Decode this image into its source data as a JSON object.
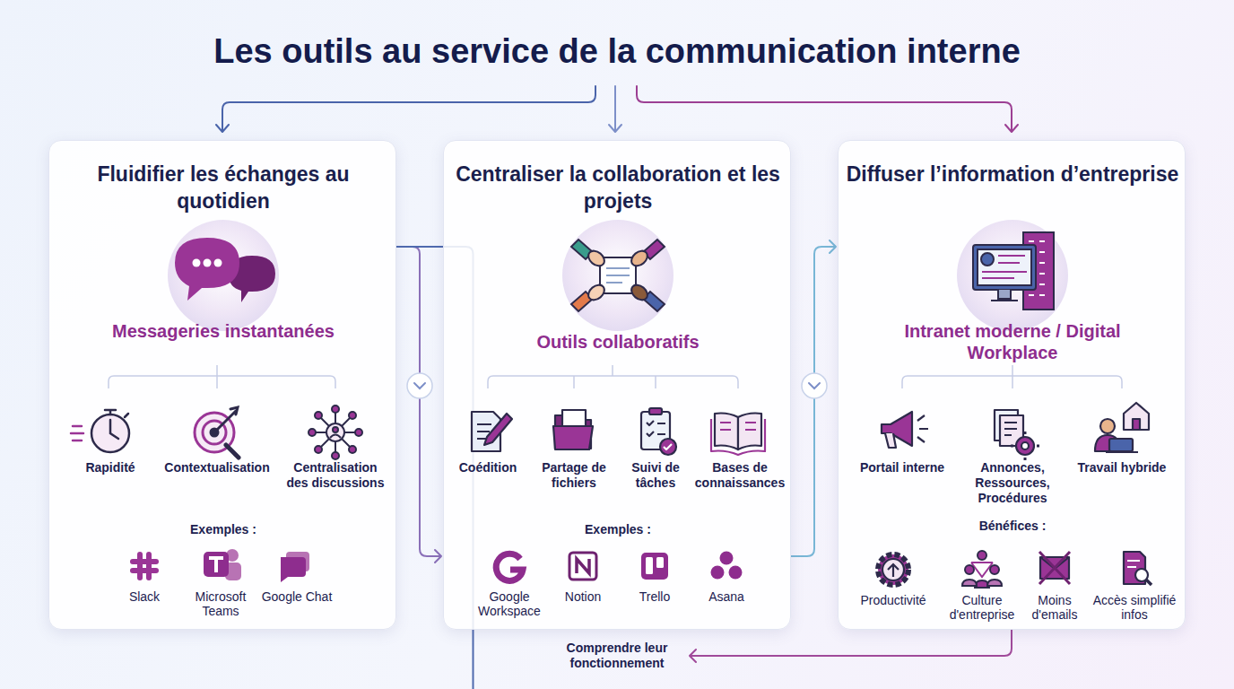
{
  "diagram": {
    "title": "Les outils au service de la communication interne",
    "nodes": [
      {
        "text": [
          "Fluidifier les échanges au quotidien",
          "Messageries instantanées",
          "Rapidité",
          "Contextualisation",
          "Centralisation des discussions",
          "Exemples :",
          "Slack",
          "Microsoft Teams",
          "Google Chat"
        ]
      },
      {
        "text": [
          "Centraliser la collaboration et les projets",
          "Outils collaboratifs",
          "Coédition",
          "Partage de fichiers",
          "Suivi de tâches",
          "Bases de connaissances",
          "Exemples :",
          "Google Workspace",
          "Notion",
          "Trello",
          "Asana"
        ]
      },
      {
        "text": [
          "Diffuser l’information d’entreprise",
          "Intranet moderne / Digital Workplace",
          "Portail interne",
          "Annonces, Ressources, Procédures",
          "Travail hybride",
          "Bénéfices :",
          "Productivité",
          "Culture d'entreprise",
          "Moins d'emails",
          "Accès simplifié infos"
        ]
      },
      {
        "text": [
          "Comprendre leur fonctionnement"
        ]
      }
    ],
    "edges": [
      {
        "from": 0,
        "to": 1,
        "arrow": "to"
      },
      {
        "from": 1,
        "to": 2,
        "arrow": "to"
      },
      {
        "from": 0,
        "to": 3,
        "arrow": "to"
      },
      {
        "from": 2,
        "to": 3,
        "arrow": "to"
      }
    ]
  }
}
